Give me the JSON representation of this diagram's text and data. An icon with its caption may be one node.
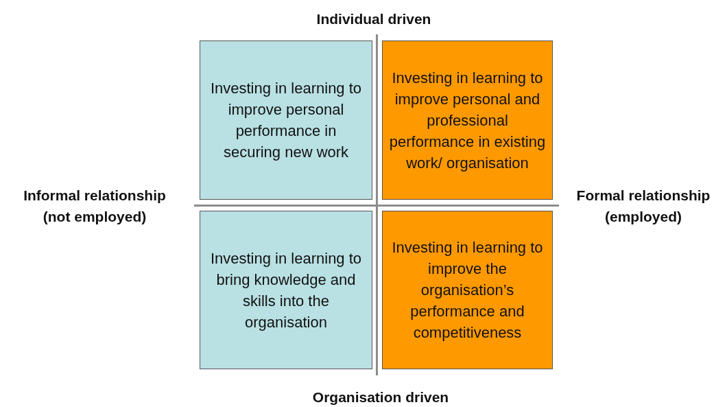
{
  "diagram": {
    "nodes": [
      {
        "text": [
          "Investing in learning to improve personal performance in securing new work"
        ]
      },
      {
        "text": [
          "Investing in learning to improve personal and professional performance in existing work/ organisation"
        ]
      },
      {
        "text": [
          "Investing in learning to bring knowledge and skills into the organisation"
        ]
      },
      {
        "text": [
          "Investing in learning to improve the organisation’s performance and competitiveness"
        ]
      }
    ],
    "labels": [
      "Individual driven",
      "Informal relationship (not employed)",
      "Formal relationship (employed)",
      "Organisation driven"
    ]
  }
}
